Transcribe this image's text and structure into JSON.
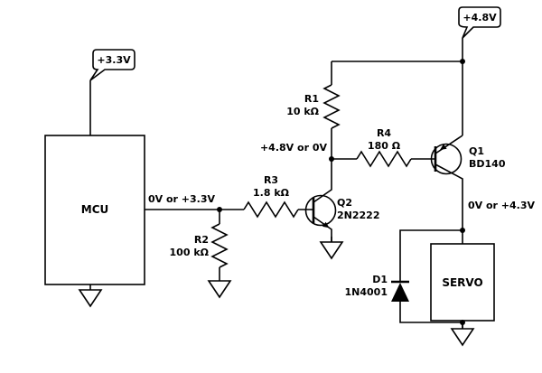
{
  "diagram": {
    "type": "circuit-schematic",
    "background": "#ffffff",
    "line_color": "#000000"
  },
  "power_flags": {
    "mcu_supply": "+3.3V",
    "servo_supply": "+4.8V"
  },
  "blocks": {
    "mcu": "MCU",
    "servo": "SERVO"
  },
  "components": {
    "r1": {
      "ref": "R1",
      "value": "10 kΩ"
    },
    "r2": {
      "ref": "R2",
      "value": "100 kΩ"
    },
    "r3": {
      "ref": "R3",
      "value": "1.8 kΩ"
    },
    "r4": {
      "ref": "R4",
      "value": "180 Ω"
    },
    "q1": {
      "ref": "Q1",
      "value": "BD140"
    },
    "q2": {
      "ref": "Q2",
      "value": "2N2222"
    },
    "d1": {
      "ref": "D1",
      "value": "1N4001"
    }
  },
  "net_labels": {
    "mcu_output": "0V or +3.3V",
    "q2_collector": "+4.8V or 0V",
    "servo_input": "0V or +4.3V"
  }
}
